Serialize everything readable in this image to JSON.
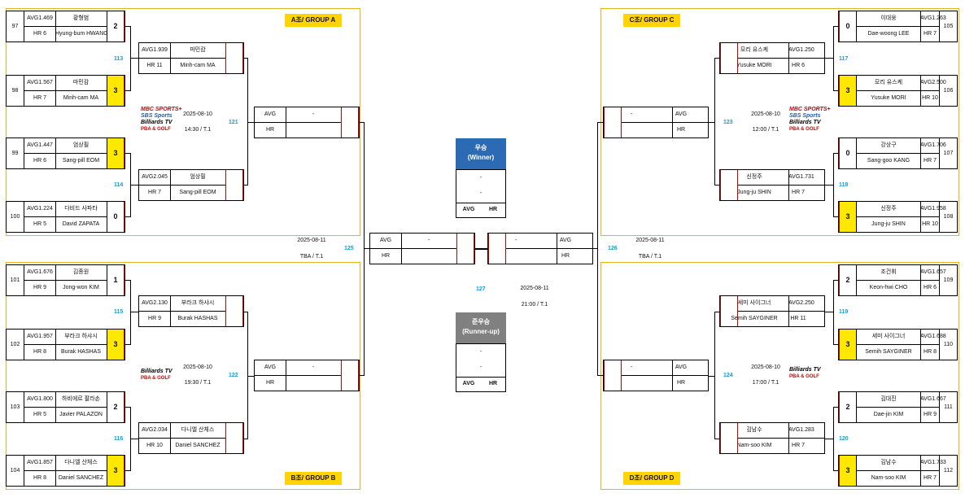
{
  "groups": {
    "a": "A조/ GROUP A",
    "b": "B조/ GROUP B",
    "c": "C조/ GROUP C",
    "d": "D조/ GROUP D"
  },
  "first_round": [
    {
      "num": "97",
      "avg": "AVG1.469",
      "hr": "HR 6",
      "kor": "황형범",
      "eng": "Hyung-bum HWANG",
      "score": "2"
    },
    {
      "num": "98",
      "avg": "AVG1.567",
      "hr": "HR 7",
      "kor": "마민캄",
      "eng": "Minh-cam MA",
      "score": "3"
    },
    {
      "num": "99",
      "avg": "AVG1.447",
      "hr": "HR 6",
      "kor": "엄상필",
      "eng": "Sang-pill EOM",
      "score": "3"
    },
    {
      "num": "100",
      "avg": "AVG1.224",
      "hr": "HR 5",
      "kor": "다비드 사파타",
      "eng": "David ZAPATA",
      "score": "0"
    },
    {
      "num": "101",
      "avg": "AVG1.676",
      "hr": "HR 9",
      "kor": "김종원",
      "eng": "Jong-won KIM",
      "score": "1"
    },
    {
      "num": "102",
      "avg": "AVG1.957",
      "hr": "HR 8",
      "kor": "부라크 하샤시",
      "eng": "Burak HASHAS",
      "score": "3"
    },
    {
      "num": "103",
      "avg": "AVG1.800",
      "hr": "HR 5",
      "kor": "하비에르 팔라손",
      "eng": "Javier PALAZON",
      "score": "2"
    },
    {
      "num": "104",
      "avg": "AVG1.857",
      "hr": "HR 8",
      "kor": "다니엘 산체스",
      "eng": "Daniel SANCHEZ",
      "score": "3"
    },
    {
      "num": "105",
      "avg": "AVG1.263",
      "hr": "HR 7",
      "kor": "이대웅",
      "eng": "Dae-woong LEE",
      "score": "0"
    },
    {
      "num": "106",
      "avg": "AVG2.500",
      "hr": "HR 10",
      "kor": "모리 유스케",
      "eng": "Yusuke MORI",
      "score": "3"
    },
    {
      "num": "107",
      "avg": "AVG1.706",
      "hr": "HR 7",
      "kor": "강상구",
      "eng": "Sang-goo KANG",
      "score": "0"
    },
    {
      "num": "108",
      "avg": "AVG1.958",
      "hr": "HR 10",
      "kor": "신정주",
      "eng": "Jung-ju SHIN",
      "score": "3"
    },
    {
      "num": "109",
      "avg": "AVG1.657",
      "hr": "HR 6",
      "kor": "조건휘",
      "eng": "Keon-hwi CHO",
      "score": "2"
    },
    {
      "num": "110",
      "avg": "AVG1.688",
      "hr": "HR 8",
      "kor": "세미 사이그너",
      "eng": "Semih SAYGINER",
      "score": "3"
    },
    {
      "num": "111",
      "avg": "AVG1.667",
      "hr": "HR 9",
      "kor": "김대진",
      "eng": "Dae-jin KIM",
      "score": "2"
    },
    {
      "num": "112",
      "avg": "AVG1.733",
      "hr": "HR 7",
      "kor": "김남수",
      "eng": "Nam-soo KIM",
      "score": "3"
    }
  ],
  "second_round": [
    {
      "avg": "AVG1.939",
      "hr": "HR 11",
      "kor": "마민캄",
      "eng": "Minh-cam MA"
    },
    {
      "avg": "AVG2.045",
      "hr": "HR 7",
      "kor": "엄상필",
      "eng": "Sang-pill EOM"
    },
    {
      "avg": "AVG2.130",
      "hr": "HR 9",
      "kor": "부라크 하샤시",
      "eng": "Burak HASHAS"
    },
    {
      "avg": "AVG2.034",
      "hr": "HR 10",
      "kor": "다니엘 산체스",
      "eng": "Daniel SANCHEZ"
    },
    {
      "avg": "AVG1.250",
      "hr": "HR 6",
      "kor": "모리 유스케",
      "eng": "Yusuke MORI"
    },
    {
      "avg": "AVG1.731",
      "hr": "HR 7",
      "kor": "신정주",
      "eng": "Jung-ju SHIN"
    },
    {
      "avg": "AVG2.250",
      "hr": "HR 11",
      "kor": "세미 사이그너",
      "eng": "Semih SAYGINER"
    },
    {
      "avg": "AVG1.283",
      "hr": "HR 7",
      "kor": "김남수",
      "eng": "Nam-soo KIM"
    }
  ],
  "match_numbers": {
    "m113": "113",
    "m114": "114",
    "m115": "115",
    "m116": "116",
    "m117": "117",
    "m118": "118",
    "m119": "119",
    "m120": "120",
    "m121": "121",
    "m122": "122",
    "m123": "123",
    "m124": "124",
    "m125": "125",
    "m126": "126",
    "m127": "127"
  },
  "schedules": {
    "a_date": "2025-08-10",
    "a_time": "14:30 / T.1",
    "b_date": "2025-08-10",
    "b_time": "19:30 / T.1",
    "c_date": "2025-08-10",
    "c_time": "12:00 / T.1",
    "d_date": "2025-08-10",
    "d_time": "17:00 / T.1",
    "sf_left_date": "2025-08-11",
    "sf_left_time": "TBA / T.1",
    "sf_right_date": "2025-08-11",
    "sf_right_time": "TBA / T.1",
    "final_date": "2025-08-11",
    "final_time": "21:00 / T.1"
  },
  "labels": {
    "avg": "AVG",
    "hr": "HR",
    "dash": "-",
    "winner": "우승",
    "winner_en": "(Winner)",
    "runner": "준우승",
    "runner_en": "(Runner-up)"
  },
  "logos": {
    "mbc": "MBC SPORTS+",
    "sbs": "SBS Sports",
    "billiards": "Billiards TV",
    "pba": "PBA & GOLF"
  },
  "colors": {
    "group_border": "#e6b422",
    "group_label_bg": "#ffd400",
    "winner_score_bg": "#ffe800",
    "match_number": "#1a9ad6",
    "winner_header": "#2d6ab4",
    "runner_header": "#808080"
  }
}
